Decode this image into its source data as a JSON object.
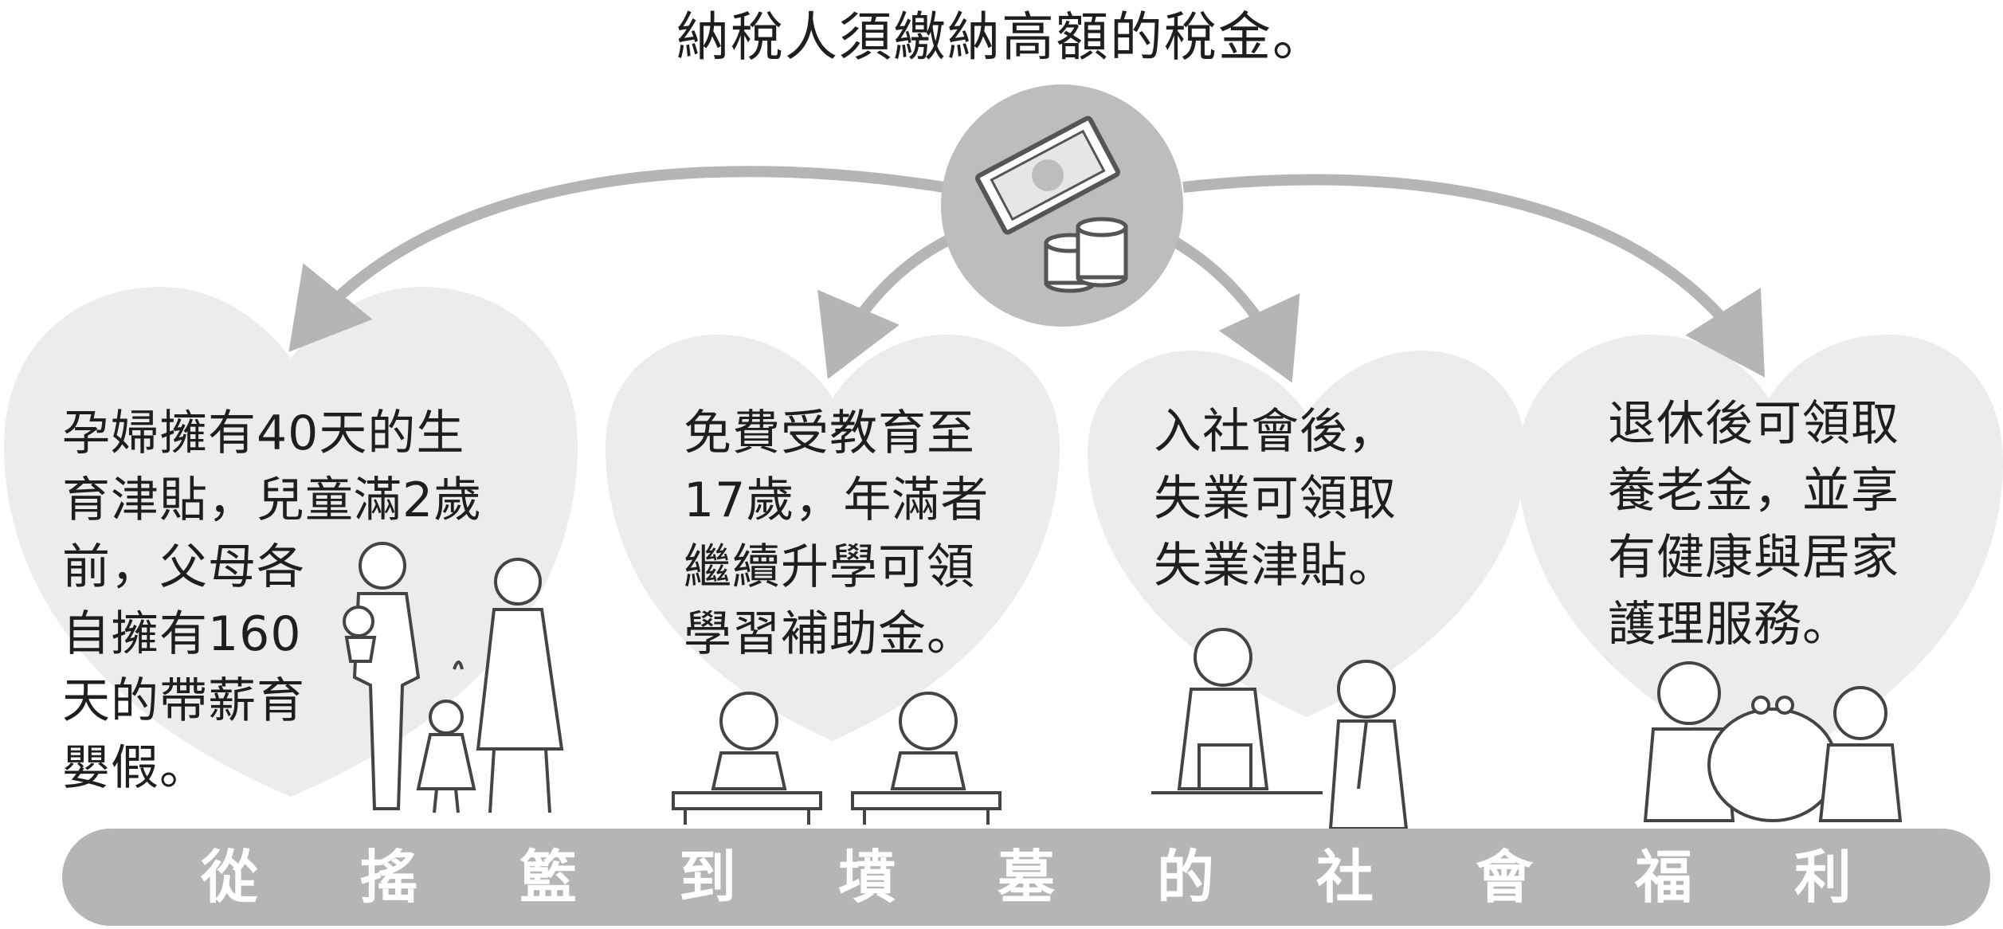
{
  "title": "納稅人須繳納高額的稅金。",
  "cards": [
    {
      "text": "孕婦擁有40天的生\n育津貼，兒童滿2歲\n前，父母各\n自擁有160\n天的帶薪育\n嬰假。"
    },
    {
      "text": "免費受教育至\n17歲，年滿者\n繼續升學可領\n學習補助金。"
    },
    {
      "text": "入社會後，\n失業可領取\n失業津貼。"
    },
    {
      "text": "退休後可領取\n養老金，並享\n有健康與居家\n護理服務。"
    }
  ],
  "banner": [
    "從",
    "搖",
    "籃",
    "到",
    "墳",
    "墓",
    "的",
    "社",
    "會",
    "福",
    "利"
  ],
  "icons": [
    "money-icon",
    "family-illustration",
    "students-illustration",
    "job-interview-illustration",
    "elderly-couple-illustration"
  ],
  "colors": {
    "heart": "#ececec",
    "arrow": "#b5b5b5",
    "center": "#bdbdbd",
    "banner": "#b5b5b5",
    "line": "#555555"
  }
}
